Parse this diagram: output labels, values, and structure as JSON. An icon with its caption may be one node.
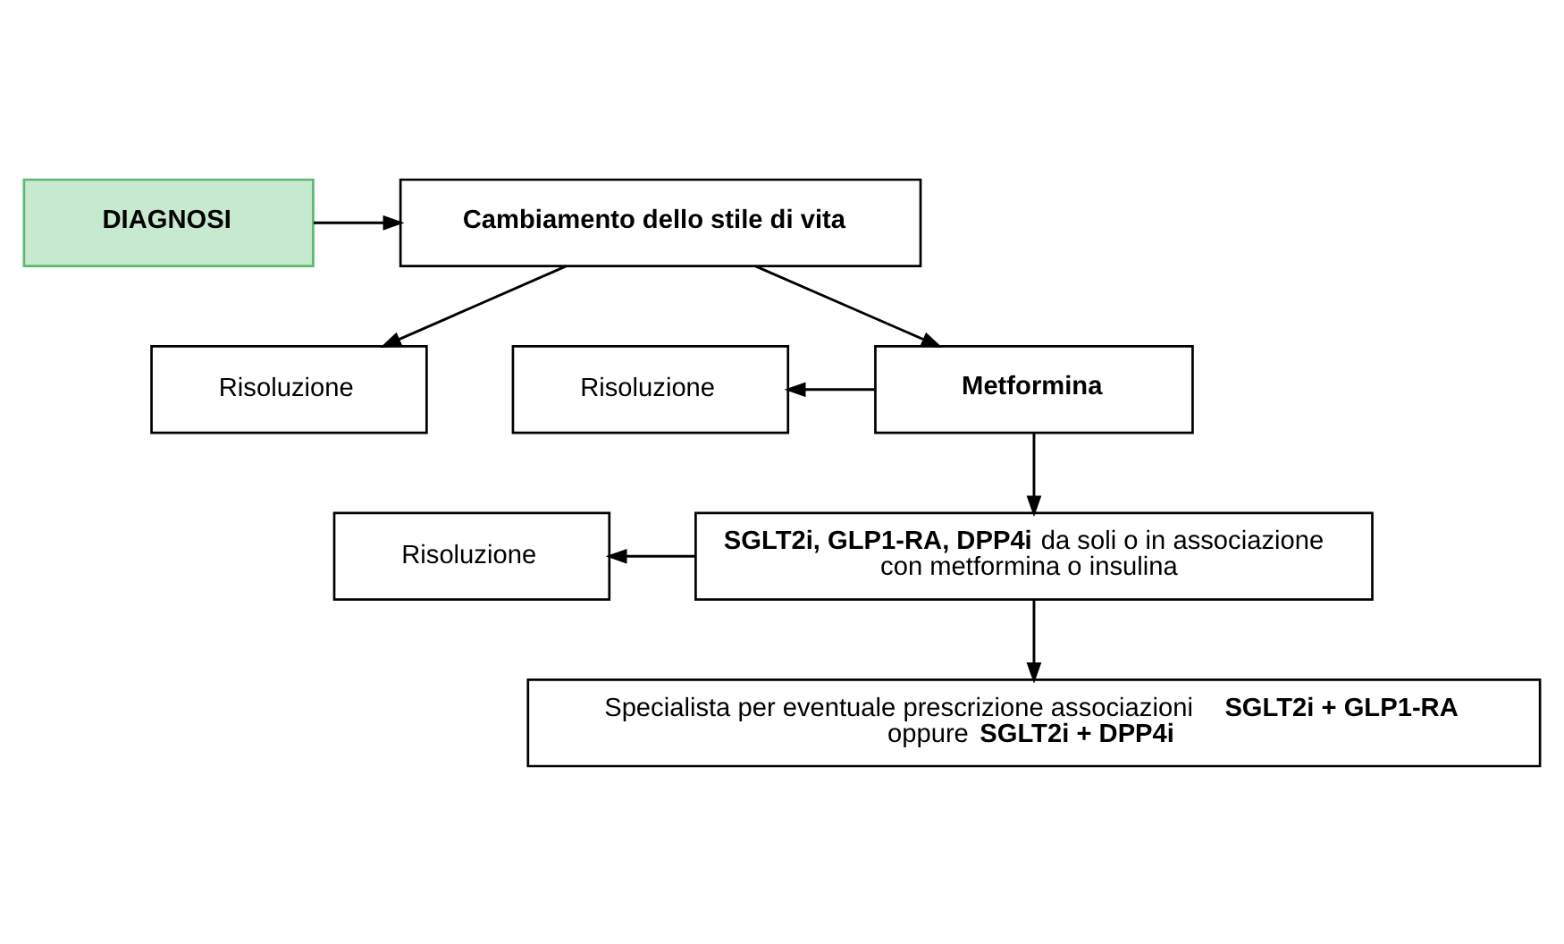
{
  "diagram": {
    "nodes": [
      {
        "text": [
          "DIAGNOSI"
        ]
      },
      {
        "text": [
          "Cambiamento dello stile di vita"
        ]
      },
      {
        "text": [
          "Risoluzione"
        ]
      },
      {
        "text": [
          "Metformina"
        ]
      },
      {
        "text": [
          "Risoluzione"
        ]
      },
      {
        "text": [
          "Risoluzione"
        ]
      },
      {
        "text": [
          "**SGLT2i, GLP1-RA, DPP4i** da soli o in associazione con metformina o insulina"
        ]
      },
      {
        "text": [
          "Specialista per eventuale prescrizione associazioni **SGLT2i + GLP1-RA** oppure **SGLT2i + DPP4i**"
        ]
      }
    ],
    "edges": [
      {
        "from": 0,
        "to": 1,
        "arrow": "to"
      },
      {
        "from": 1,
        "to": 3,
        "arrow": "to"
      },
      {
        "from": 1,
        "to": 4,
        "arrow": "to"
      },
      {
        "from": 3,
        "to": 2,
        "arrow": "to"
      },
      {
        "from": 3,
        "to": 6,
        "arrow": "to"
      },
      {
        "from": 6,
        "to": 5,
        "arrow": "to"
      },
      {
        "from": 6,
        "to": 7,
        "arrow": "to"
      }
    ]
  }
}
